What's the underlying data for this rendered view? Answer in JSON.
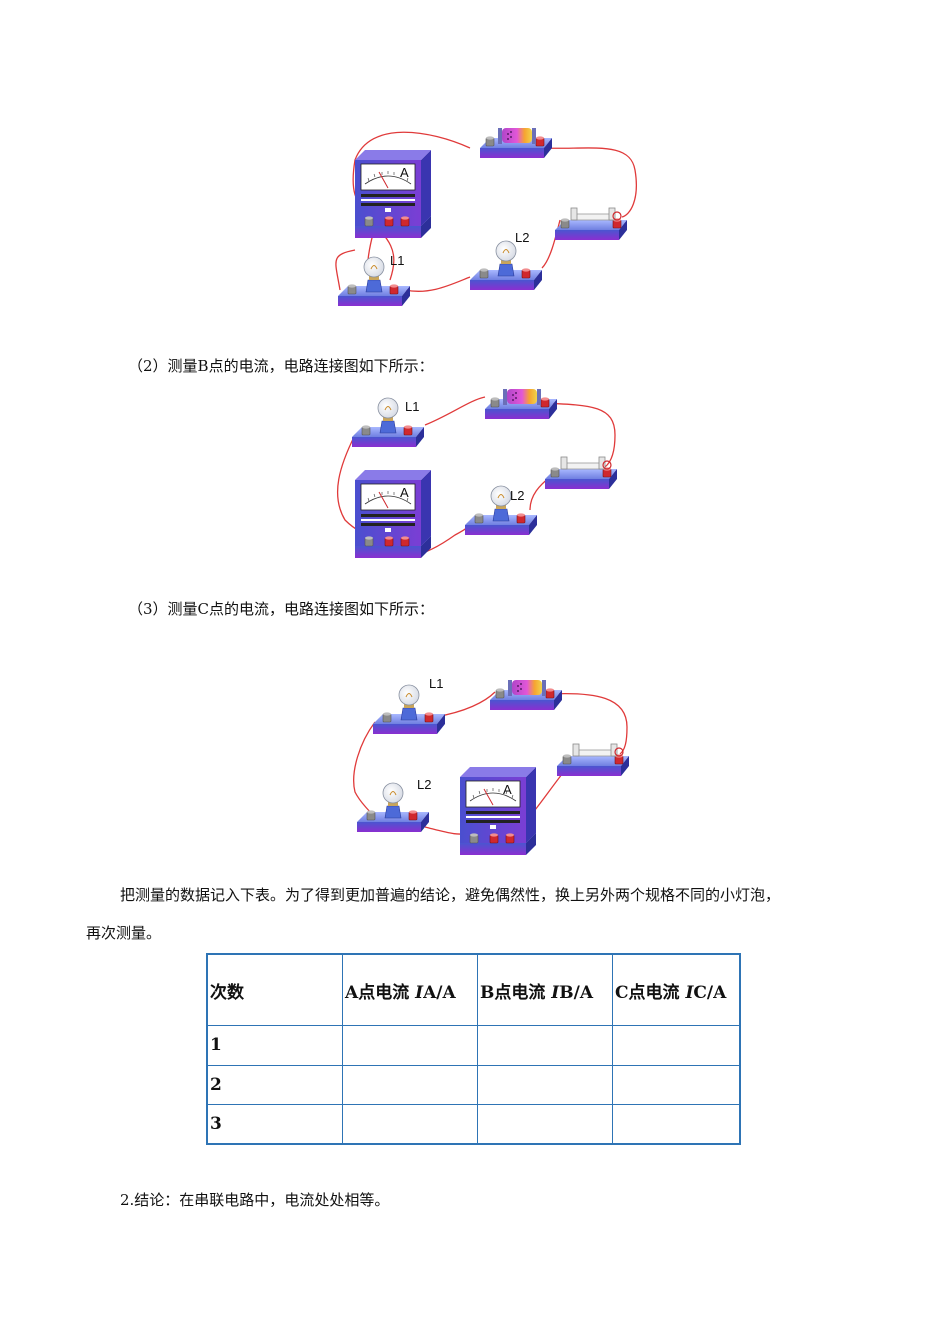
{
  "figures": {
    "fig1": {
      "lamp1_label": "L1",
      "lamp2_label": "L2",
      "meter_letter": "A"
    },
    "fig2": {
      "lamp1_label": "L1",
      "lamp2_label": "L2",
      "meter_letter": "A"
    },
    "fig3": {
      "lamp1_label": "L1",
      "lamp2_label": "L2",
      "meter_letter": "A"
    }
  },
  "text": {
    "step2": "（2）测量B点的电流，电路连接图如下所示：",
    "step3": "（3）测量C点的电流，电路连接图如下所示：",
    "instruction_line1": "把测量的数据记入下表。为了得到更加普遍的结论，避免偶然性，换上另外两个规格不同的小灯泡，",
    "instruction_line2": "再次测量。",
    "conclusion": "2.结论：在串联电路中，电流处处相等。"
  },
  "table": {
    "headers": {
      "count": "次数",
      "a_prefix": "A点电流 ",
      "a_var": "I",
      "a_unit": "A/A",
      "b_prefix": "B点电流 ",
      "b_var": "I",
      "b_unit": "B/A",
      "c_prefix": "C点电流 ",
      "c_var": "I",
      "c_unit": "C/A"
    },
    "rows": [
      "1",
      "2",
      "3"
    ]
  },
  "colors": {
    "wire": "#e03a3a",
    "base_top": "#7a8fe8",
    "base_side": "#3a45b8",
    "table_border": "#2e74b5"
  }
}
